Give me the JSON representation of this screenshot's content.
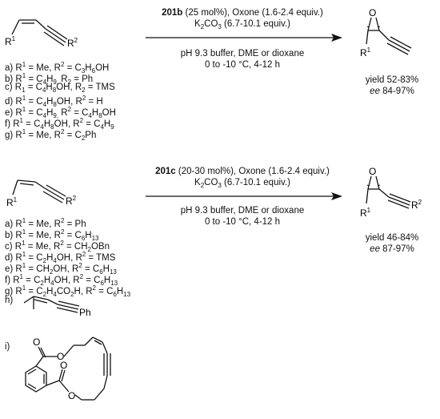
{
  "scheme1": {
    "catalyst": "201b",
    "cat_loading": "(25 mol%), Oxone (1.6-2.4 equiv.)",
    "base_pre": "K",
    "base_sub1": "2",
    "base_mid": "CO",
    "base_sub2": "3",
    "base_post": " (6.7-10.1 equiv.)",
    "solvent": "pH 9.3 buffer, DME or dioxane",
    "temp_time": "0 to -10 °C, 4-12 h",
    "yield": "yield 52-83%",
    "ee_label": "ee",
    "ee_value": " 84-97%",
    "r1": "R",
    "r1_sup": "1",
    "r2": "R",
    "r2_sup": "2",
    "prod_r1": "R",
    "prod_r1_sup": "1",
    "prod_o": "O",
    "entries": [
      {
        "id": "a)",
        "text": "a) R¹ = Me, R² = C₃H₆OH"
      },
      {
        "id": "b)",
        "text": "b) R¹ = C₄H₉, R₂ = Ph"
      },
      {
        "id": "c)",
        "text": "c) R₁ = C₄H₈OH, R₂ = TMS"
      },
      {
        "id": "d)",
        "text": "d) R¹ = C₄H₈OH, R² = H"
      },
      {
        "id": "e)",
        "text": "e) R¹ = C₄H₉, R² = C₄H₈OH"
      },
      {
        "id": "f)",
        "text": "f) R¹ = C₄H₈OH, R² = C₄H₉"
      },
      {
        "id": "g)",
        "text": "g) R¹ = Me, R² = C₂Ph"
      }
    ]
  },
  "scheme2": {
    "catalyst": "201c",
    "cat_loading": "(20-30 mol%), Oxone (1.6-2.4 equiv.)",
    "base_pre": "K",
    "base_sub1": "2",
    "base_mid": "CO",
    "base_sub2": "3",
    "base_post": " (6.7-10.1 equiv.)",
    "solvent": "pH 9.3 buffer, DME or dioxane",
    "temp_time": "0 to -10 °C, 4-12 h",
    "yield": "yield 46-84%",
    "ee_label": "ee",
    "ee_value": " 87-97%",
    "r1": "R",
    "r1_sup": "1",
    "r2": "R",
    "r2_sup": "2",
    "prod_r1": "R",
    "prod_r1_sup": "1",
    "prod_r2": "R",
    "prod_r2_sup": "2",
    "prod_o": "O",
    "entries": [
      {
        "id": "a)",
        "text": "a) R¹ = Me, R² = Ph"
      },
      {
        "id": "b)",
        "text": "b) R¹ = Me, R² = C₆H₁₃"
      },
      {
        "id": "c)",
        "text": "c) R¹ = Me, R² = CH₂OBn"
      },
      {
        "id": "d)",
        "text": "d) R¹ = C₂H₄OH, R² = TMS"
      },
      {
        "id": "e)",
        "text": "e) R¹ = CH₂OH, R² = C₆H₁₃"
      },
      {
        "id": "f)",
        "text": "f) R¹ = C₂H₄OH, R² = C₆H₁₃"
      },
      {
        "id": "g)",
        "text": "g) R¹ = C₂H₄CO₂H, R² = C₆H₁₃"
      }
    ],
    "entry_h": "h)",
    "entry_h_ph": "Ph",
    "entry_i": "i)",
    "ring_o1": "O",
    "ring_o2": "O",
    "ring_o3": "O",
    "ring_o4": "O"
  }
}
